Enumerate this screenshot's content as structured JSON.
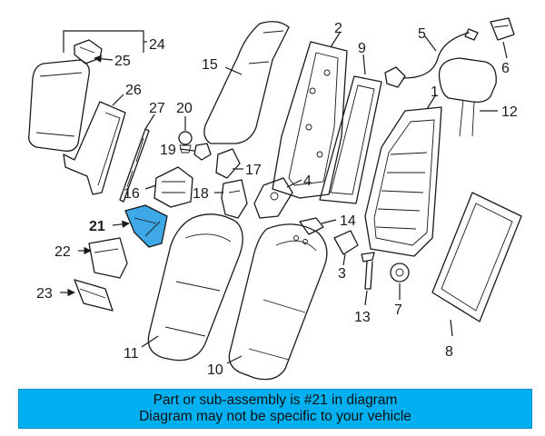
{
  "diagram": {
    "highlight_color": "#3fa9e8",
    "highlighted_part": "21",
    "labels": {
      "p1": "1",
      "p2": "2",
      "p3": "3",
      "p4": "4",
      "p5": "5",
      "p6": "6",
      "p7": "7",
      "p8": "8",
      "p9": "9",
      "p10": "10",
      "p11": "11",
      "p12": "12",
      "p13": "13",
      "p14": "14",
      "p15": "15",
      "p16": "16",
      "p17": "17",
      "p18": "18",
      "p19": "19",
      "p20": "20",
      "p21": "21",
      "p22": "22",
      "p23": "23",
      "p24": "24",
      "p25": "25",
      "p26": "26",
      "p27": "27"
    }
  },
  "banner": {
    "line1": "Part or sub-assembly is #21 in diagram",
    "line2": "Diagram may not be specific to your vehicle",
    "background": "#00b0f0"
  }
}
